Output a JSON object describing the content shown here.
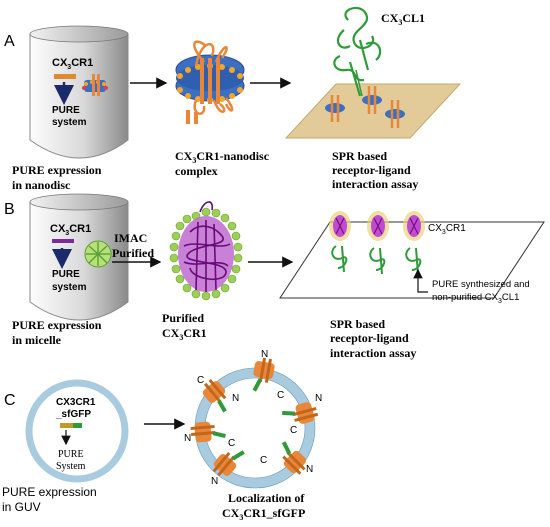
{
  "panels": [
    {
      "id": "A",
      "letter": "A",
      "tube": {
        "gene": "CX",
        "gene_sub": "3",
        "gene_rest": "CR1",
        "system_line1": "PURE",
        "system_line2": "system"
      },
      "caption_left": [
        "PURE expression",
        "in nanodisc"
      ],
      "caption_mid": {
        "pre": "CX",
        "sub": "3",
        "post": "CR1-nanodisc",
        "line2": "complex"
      },
      "caption_right": [
        "SPR based",
        "receptor-ligand",
        "interaction assay"
      ],
      "ligand_label": {
        "pre": "CX",
        "sub": "3",
        "post": "CL1"
      }
    },
    {
      "id": "B",
      "letter": "B",
      "tube": {
        "gene": "CX",
        "gene_sub": "3",
        "gene_rest": "CR1",
        "system_line1": "PURE",
        "system_line2": "system"
      },
      "arrow_label": [
        "IMAC",
        "Purified"
      ],
      "caption_left": [
        "PURE expression",
        "in micelle"
      ],
      "caption_mid": {
        "line1": "Purified",
        "pre": "CX",
        "sub": "3",
        "post": "CR1"
      },
      "caption_right": [
        "SPR based",
        "receptor-ligand",
        "interaction assay"
      ],
      "receptor_label": {
        "pre": "CX",
        "sub": "3",
        "post": "CR1"
      },
      "ligand_note": {
        "line1": "PURE synthesized and",
        "pre": "non-purified CX",
        "sub": "3",
        "post": "CL1"
      }
    },
    {
      "id": "C",
      "letter": "C",
      "vesicle": {
        "gene_line1": "CX3CR1",
        "gene_line2": "_sfGFP",
        "system_line1": "PURE",
        "system_line2": "System"
      },
      "caption_left": [
        "PURE expression",
        "in GUV"
      ],
      "caption_mid": {
        "line1": "Localization of",
        "pre": "CX",
        "sub": "3",
        "post": "CR1_sfGFP"
      },
      "terminus_n": "N",
      "terminus_c": "C"
    }
  ],
  "colors": {
    "tube_light": "#f0f0f0",
    "tube_dark": "#8e8e8e",
    "receptor_orange": "#e8873a",
    "nanodisc_blue": "#3a6fc2",
    "gfp_green": "#2f9a3a",
    "micelle_green": "#9ccf55",
    "micelle_purple": "#8a1a9a",
    "surface_tan": "#e2cb98",
    "guv_blue": "#a9cbe0"
  }
}
